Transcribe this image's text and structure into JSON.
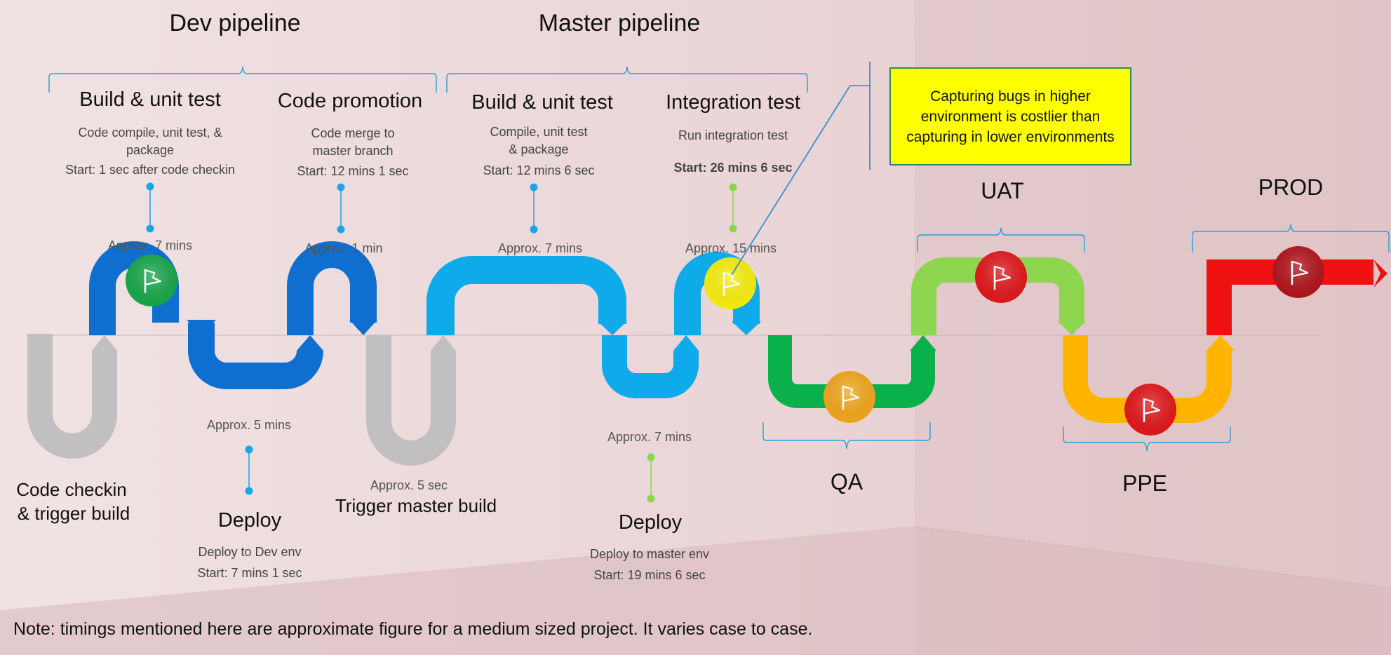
{
  "pipelines": {
    "dev": "Dev pipeline",
    "master": "Master pipeline"
  },
  "stages": {
    "build_unit_test_dev": {
      "title": "Build & unit test",
      "desc1": "Code compile, unit test, &",
      "desc2": "package",
      "start": "Start: 1 sec after code checkin",
      "approx": "Approx. 7 mins"
    },
    "code_promotion": {
      "title": "Code promotion",
      "desc1": "Code merge to",
      "desc2": "master branch",
      "start": "Start: 12 mins 1 sec",
      "approx": "Approx. 1 min"
    },
    "build_unit_test_master": {
      "title": "Build & unit test",
      "desc1": "Compile, unit test",
      "desc2": "& package",
      "start": "Start: 12 mins 6 sec",
      "approx": "Approx. 7 mins"
    },
    "integration_test": {
      "title": "Integration test",
      "desc1": "Run integration test",
      "start": "Start: 26 mins 6 sec",
      "approx": "Approx. 15 mins"
    },
    "code_checkin": {
      "title1": "Code checkin",
      "title2": "& trigger build"
    },
    "deploy_dev": {
      "title": "Deploy",
      "approx": "Approx. 5 mins",
      "desc1": "Deploy to Dev env",
      "start": "Start: 7 mins 1 sec"
    },
    "trigger_master": {
      "title": "Trigger master build",
      "approx": "Approx. 5 sec"
    },
    "deploy_master": {
      "title": "Deploy",
      "approx": "Approx. 7 mins",
      "desc1": "Deploy to master env",
      "start": "Start: 19 mins 6 sec"
    }
  },
  "environments": {
    "uat": "UAT",
    "prod": "PROD",
    "qa": "QA",
    "ppe": "PPE"
  },
  "callout": "Capturing bugs in higher environment is costlier than capturing in lower environments",
  "note": "Note: timings mentioned here are approximate figure for a medium sized project. It varies case to case.",
  "colors": {
    "gray": "#c1bfc0",
    "dark_blue": "#0e6fd0",
    "light_blue": "#0eaaea",
    "green": "#0ab04b",
    "light_green": "#8ed550",
    "orange": "#ffb400",
    "red": "#ef1111",
    "flag_green": "#17a84a",
    "flag_yellow": "#fbf10b",
    "flag_orange": "#f5a81b",
    "flag_red": "#e3161a",
    "flag_dark_red": "#b3121a",
    "bracket": "#2a9fd8",
    "connector_blue": "#1aa6e6",
    "connector_green": "#8dd44a",
    "callout_bg": "#ffff00",
    "callout_border": "#2e8b57"
  },
  "icons": {
    "flag": "flag-icon"
  }
}
